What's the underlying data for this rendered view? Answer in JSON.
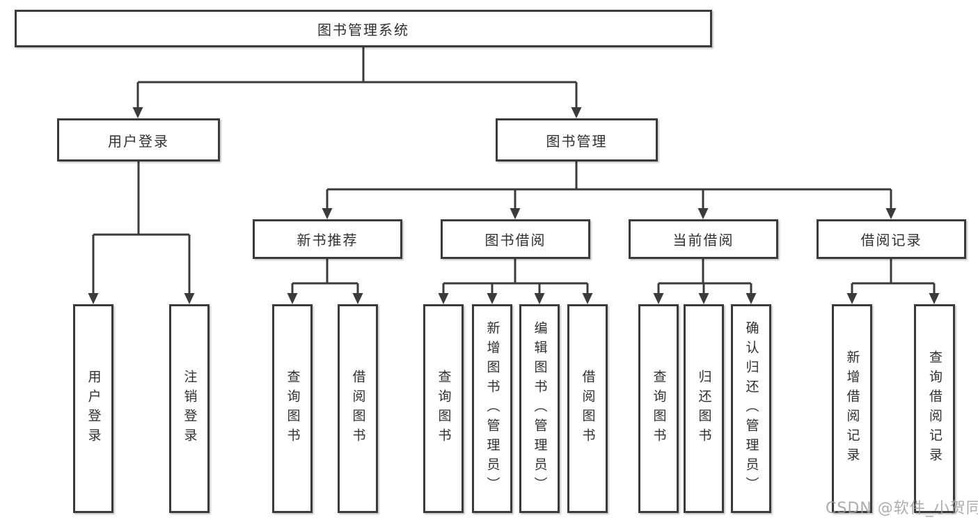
{
  "root": {
    "label": "图书管理系统"
  },
  "branches": [
    {
      "label": "用户登录",
      "leaves": [
        "用户登录",
        "注销登录"
      ]
    },
    {
      "label": "图书管理",
      "groups": [
        {
          "label": "新书推荐",
          "leaves": [
            "查询图书",
            "借阅图书"
          ]
        },
        {
          "label": "图书借阅",
          "leaves": [
            "查询图书",
            "新增图书（管理员）",
            "编辑图书（管理员）",
            "借阅图书"
          ]
        },
        {
          "label": "当前借阅",
          "leaves": [
            "查询图书",
            "归还图书",
            "确认归还（管理员）"
          ]
        },
        {
          "label": "借阅记录",
          "leaves": [
            "新增借阅记录",
            "查询借阅记录"
          ]
        }
      ]
    }
  ],
  "watermark": {
    "text": "CSDN @软件_小贺同学"
  },
  "colors": {
    "line": "#3b3b3b",
    "text": "#303030",
    "background": "#ffffff",
    "watermark": "#9e9e9e"
  }
}
